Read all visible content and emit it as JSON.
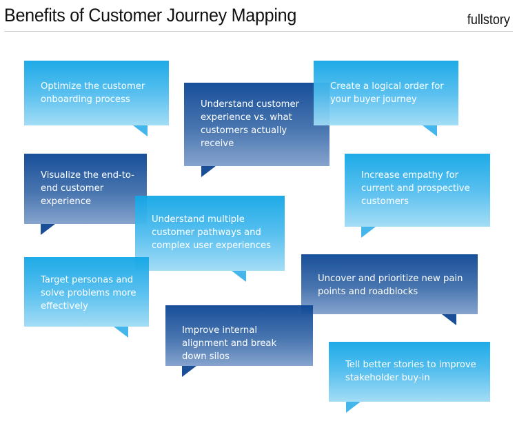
{
  "header": {
    "title": "Benefits of Customer Journey Mapping",
    "brand": "fullstory"
  },
  "colors": {
    "light_blue_top": "#12a6e6",
    "light_blue_bottom": "#9fdbf5",
    "dark_blue_top": "#0c4694",
    "dark_blue_bottom": "#7f9fcb"
  },
  "benefits": [
    {
      "id": "onboarding",
      "text": "Optimize the customer onboarding process",
      "style": "light"
    },
    {
      "id": "experience-vs-received",
      "text": "Understand customer experience vs. what customers actually receive",
      "style": "dark"
    },
    {
      "id": "logical-order",
      "text": "Create a logical order for your buyer journey",
      "style": "light"
    },
    {
      "id": "end-to-end",
      "text": "Visualize the end-to-end customer experience",
      "style": "dark"
    },
    {
      "id": "empathy",
      "text": "Increase empathy for current and prospective customers",
      "style": "light"
    },
    {
      "id": "pathways",
      "text": "Understand multiple customer pathways and complex user experiences",
      "style": "light"
    },
    {
      "id": "personas",
      "text": "Target personas and solve problems more effectively",
      "style": "light"
    },
    {
      "id": "pain-points",
      "text": "Uncover and prioritize new pain points and roadblocks",
      "style": "dark"
    },
    {
      "id": "alignment",
      "text": "Improve internal alignment and break down silos",
      "style": "dark"
    },
    {
      "id": "stories",
      "text": "Tell better stories to improve stakeholder buy-in",
      "style": "light"
    }
  ]
}
